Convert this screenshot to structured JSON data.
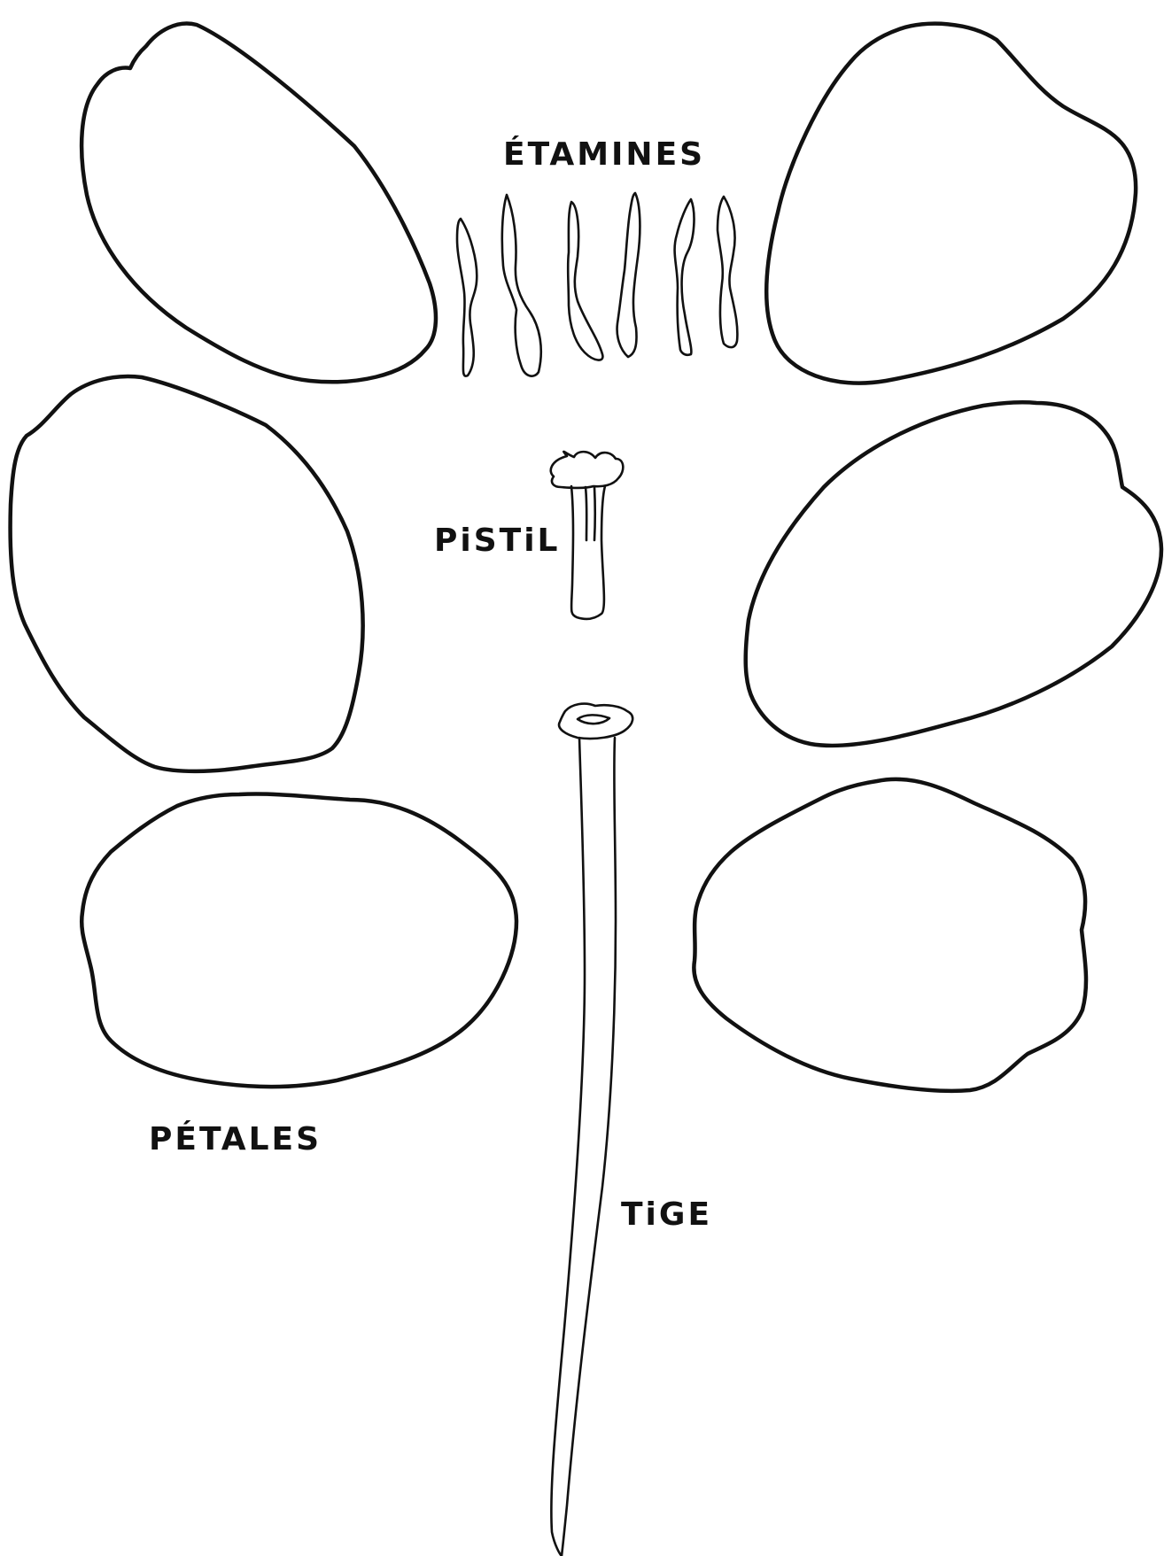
{
  "labels": {
    "stamens": "ÉTAMINES",
    "pistil": "PiSTiL",
    "petals": "PÉTALES",
    "stem": "TiGE"
  },
  "colors": {
    "ink": "#111111",
    "paper": "#ffffff"
  }
}
